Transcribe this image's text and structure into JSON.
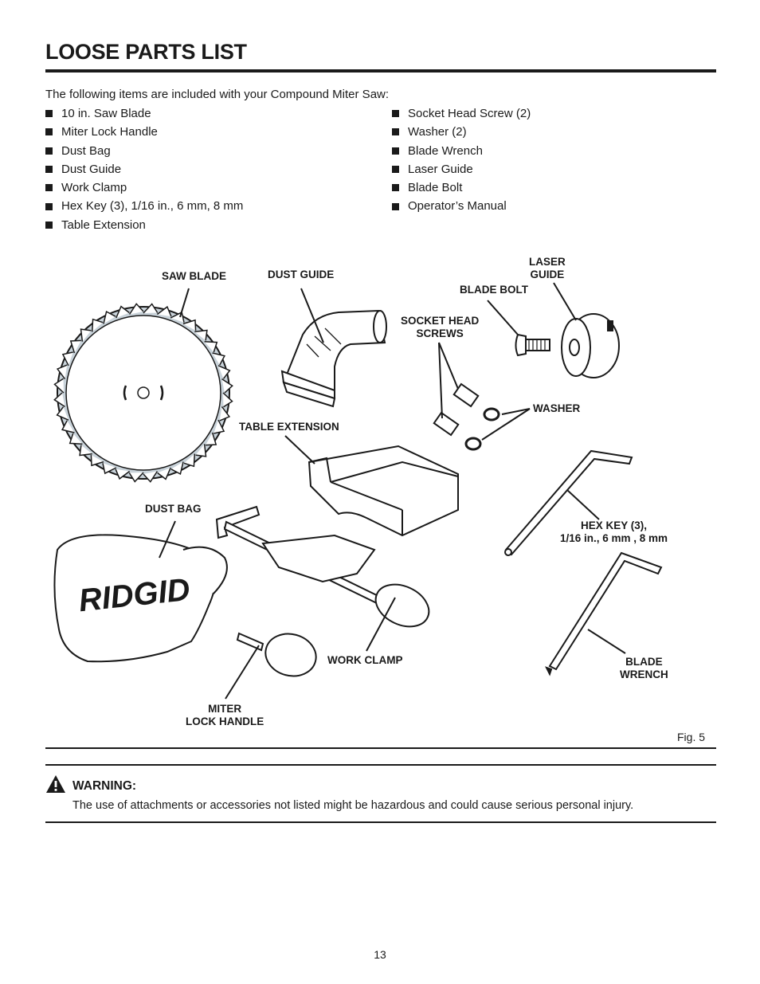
{
  "header": {
    "title": "LOOSE PARTS LIST"
  },
  "intro": "The following items are included with your Compound Miter Saw:",
  "items_left": [
    "10 in. Saw Blade",
    "Miter Lock Handle",
    "Dust Bag",
    "Dust Guide",
    "Work Clamp",
    "Hex Key (3), 1/16 in., 6 mm, 8 mm",
    "Table Extension"
  ],
  "items_right": [
    "Socket Head Screw (2)",
    "Washer (2)",
    "Blade Wrench",
    "Laser Guide",
    "Blade Bolt",
    "Operator’s Manual"
  ],
  "figure": {
    "labels": {
      "saw_blade": "SAW BLADE",
      "dust_guide": "DUST GUIDE",
      "laser_guide_1": "LASER",
      "laser_guide_2": "GUIDE",
      "blade_bolt": "BLADE BOLT",
      "socket_head_1": "SOCKET HEAD",
      "socket_head_2": "SCREWS",
      "washer": "WASHER",
      "table_extension": "TABLE EXTENSION",
      "dust_bag": "DUST BAG",
      "hex_key_1": "HEX KEY (3),",
      "hex_key_2": "1/16 in., 6 mm , 8 mm",
      "work_clamp": "WORK CLAMP",
      "blade_wrench_1": "BLADE",
      "blade_wrench_2": "WRENCH",
      "miter_lock_1": "MITER",
      "miter_lock_2": "LOCK HANDLE"
    },
    "bag_logo": "RIDGID",
    "caption": "Fig. 5"
  },
  "warning": {
    "title": "WARNING:",
    "text": "The use of attachments or accessories not listed might be hazardous and could cause serious personal injury."
  },
  "page_number": "13"
}
